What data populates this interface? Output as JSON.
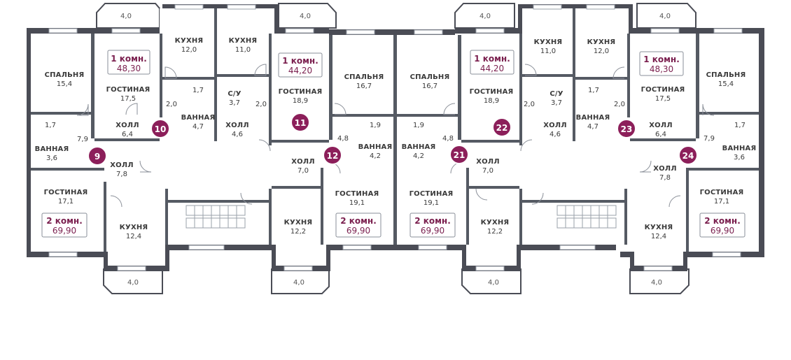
{
  "rooms": [
    {
      "id": "r1",
      "name": "СПАЛЬНЯ",
      "area": "15,4"
    },
    {
      "id": "r2",
      "name": "ГОСТИНАЯ",
      "area": "17,5"
    },
    {
      "id": "r3",
      "name": "КУХНЯ",
      "area": "12,0"
    },
    {
      "id": "r4",
      "name": "КУХНЯ",
      "area": "11,0"
    },
    {
      "id": "r5",
      "name": "ГОСТИНАЯ",
      "area": "18,9"
    },
    {
      "id": "r6",
      "name": "СПАЛЬНЯ",
      "area": "16,7"
    },
    {
      "id": "r7",
      "name": "СПАЛЬНЯ",
      "area": "16,7"
    },
    {
      "id": "r8",
      "name": "ГОСТИНАЯ",
      "area": "18,9"
    },
    {
      "id": "r9",
      "name": "КУХНЯ",
      "area": "11,0"
    },
    {
      "id": "r10",
      "name": "КУХНЯ",
      "area": "12,0"
    },
    {
      "id": "r11",
      "name": "ГОСТИНАЯ",
      "area": "17,5"
    },
    {
      "id": "r12",
      "name": "СПАЛЬНЯ",
      "area": "15,4"
    },
    {
      "id": "r13",
      "name": "ХОЛЛ",
      "area": "6,4"
    },
    {
      "id": "r14",
      "name": "ВАННАЯ",
      "area": "4,7"
    },
    {
      "id": "r15",
      "name": "С/У",
      "area": "3,7"
    },
    {
      "id": "r16",
      "name": "ХОЛЛ",
      "area": "4,6"
    },
    {
      "id": "r17",
      "name": "ВАННАЯ",
      "area": "3,6"
    },
    {
      "id": "r18",
      "name": "ХОЛЛ",
      "area": "7,8"
    },
    {
      "id": "r19",
      "name": "ХОЛЛ",
      "area": "7,0"
    },
    {
      "id": "r20",
      "name": "ВАННАЯ",
      "area": "4,2"
    },
    {
      "id": "r21",
      "name": "ВАННАЯ",
      "area": "4,2"
    },
    {
      "id": "r22",
      "name": "ХОЛЛ",
      "area": "7,0"
    },
    {
      "id": "r23",
      "name": "С/У",
      "area": "3,7"
    },
    {
      "id": "r24",
      "name": "ХОЛЛ",
      "area": "4,6"
    },
    {
      "id": "r25",
      "name": "ВАННАЯ",
      "area": "4,7"
    },
    {
      "id": "r26",
      "name": "ХОЛЛ",
      "area": "6,4"
    },
    {
      "id": "r27",
      "name": "ХОЛЛ",
      "area": "7,8"
    },
    {
      "id": "r28",
      "name": "ВАННАЯ",
      "area": "3,6"
    },
    {
      "id": "r29",
      "name": "ГОСТИНАЯ",
      "area": "17,1"
    },
    {
      "id": "r30",
      "name": "КУХНЯ",
      "area": "12,4"
    },
    {
      "id": "r31",
      "name": "КУХНЯ",
      "area": "12,2"
    },
    {
      "id": "r32",
      "name": "ГОСТИНАЯ",
      "area": "19,1"
    },
    {
      "id": "r33",
      "name": "ГОСТИНАЯ",
      "area": "19,1"
    },
    {
      "id": "r34",
      "name": "КУХНЯ",
      "area": "12,2"
    },
    {
      "id": "r35",
      "name": "КУХНЯ",
      "area": "12,4"
    },
    {
      "id": "r36",
      "name": "ГОСТИНАЯ",
      "area": "17,1"
    }
  ],
  "small_areas": [
    {
      "id": "s1",
      "value": "1,7"
    },
    {
      "id": "s2",
      "value": "7,9"
    },
    {
      "id": "s3",
      "value": "2,0"
    },
    {
      "id": "s4",
      "value": "1,7"
    },
    {
      "id": "s5",
      "value": "2,0"
    },
    {
      "id": "s6",
      "value": "4,8"
    },
    {
      "id": "s7",
      "value": "1,9"
    },
    {
      "id": "s8",
      "value": "1,9"
    },
    {
      "id": "s9",
      "value": "4,8"
    },
    {
      "id": "s10",
      "value": "2,0"
    },
    {
      "id": "s11",
      "value": "1,7"
    },
    {
      "id": "s12",
      "value": "2,0"
    },
    {
      "id": "s13",
      "value": "7,9"
    },
    {
      "id": "s14",
      "value": "1,7"
    }
  ],
  "balconies": [
    "4,0",
    "4,0",
    "4,0",
    "4,0",
    "4,0",
    "4,0",
    "4,0",
    "4,0"
  ],
  "apartments": [
    {
      "number": "9",
      "rooms": "2 комн.",
      "area": "69,90"
    },
    {
      "number": "10",
      "rooms": "1 комн.",
      "area": "48,30"
    },
    {
      "number": "11",
      "rooms": "1 комн.",
      "area": "44,20"
    },
    {
      "number": "12",
      "rooms": "2 комн.",
      "area": "69,90"
    },
    {
      "number": "21",
      "rooms": "2 комн.",
      "area": "69,90"
    },
    {
      "number": "22",
      "rooms": "1 комн.",
      "area": "44,20"
    },
    {
      "number": "23",
      "rooms": "1 комн.",
      "area": "48,30"
    },
    {
      "number": "24",
      "rooms": "2 комн.",
      "area": "69,90"
    }
  ],
  "colors": {
    "wall": "#4a4c55",
    "accent": "#8c1f5a",
    "window": "#9aa0aa",
    "interior": "#555a63"
  }
}
